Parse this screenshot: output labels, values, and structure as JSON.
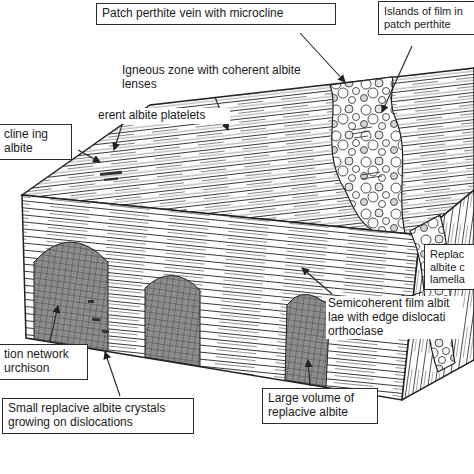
{
  "diagram": {
    "nodes": [
      {
        "text": [
          "Patch perthite vein with microcline"
        ]
      },
      {
        "text": [
          "Islands of film in patch perthite"
        ]
      },
      {
        "text": [
          "cline ing albite"
        ]
      },
      {
        "text": [
          "Replac albite c lamella"
        ]
      },
      {
        "text": [
          "tion network urchison"
        ]
      },
      {
        "text": [
          "Large volume of replacive albite"
        ]
      },
      {
        "text": [
          "Small replacive albite crystals growing on dislocations"
        ]
      }
    ],
    "labels": [
      "Igneous zone with coherent albite lenses",
      "erent albite platelets",
      "Semicoherent film albit lae with edge dislocati orthoclase"
    ]
  }
}
